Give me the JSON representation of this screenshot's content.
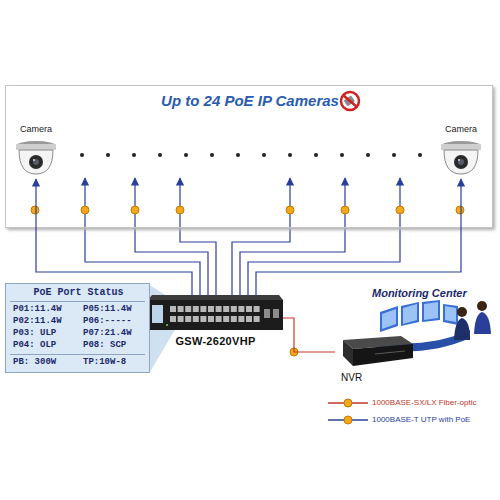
{
  "diagram": {
    "nodes": [
      {
        "text": [
          "Up to 24 PoE IP Cameras"
        ]
      },
      {
        "text": [
          "Camera"
        ],
        "in": 0
      },
      {
        "text": [
          "Camera"
        ],
        "in": 0
      },
      {
        "text": [
          "GSW-2620VHP"
        ]
      },
      {
        "text": [
          "PoE Port Status",
          "P01:11.4W",
          "P05:11.4W",
          "P02:11.4W",
          "P06:-----",
          "P03: ULP",
          "P07:21.4W",
          "P04: OLP",
          "P08: SCP",
          "PB: 300W",
          "TP:10W-8"
        ]
      },
      {
        "text": [
          "NVR"
        ]
      }
    ],
    "edges": [
      {
        "from": 3,
        "to": 1,
        "arrow": "to"
      },
      {
        "from": 3,
        "to": 2,
        "arrow": "to"
      },
      {
        "from": 3,
        "to": 5,
        "arrow": "none"
      }
    ],
    "labels": [
      "Monitoring Center"
    ],
    "legend": [
      {
        "text": "1000BASE-SX/LX Fiber-optic"
      },
      {
        "text": "1000BASE-T UTP with PoE"
      }
    ]
  }
}
